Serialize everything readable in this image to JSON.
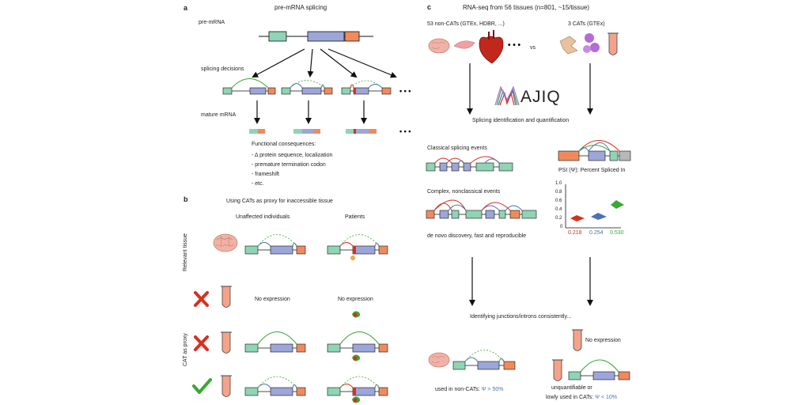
{
  "panel_a": {
    "label": "a",
    "title": "pre-mRNA splicing",
    "pre_mrna": "pre-mRNA",
    "splicing_decisions": "splicing decisions",
    "mature_mrna": "mature mRNA",
    "ellipsis": "• • •",
    "consequences_title": "Functional consequences:",
    "consequences": [
      "- Δ protein sequence, localization",
      "- premature termination codon",
      "- frameshift",
      "- etc."
    ]
  },
  "panel_b": {
    "label": "b",
    "title": "Using CATs as proxy for inaccessible tissue",
    "col_unaffected": "Unaffected individuals",
    "col_patients": "Patients",
    "row_relevant": "Relevant tissue",
    "row_cat": "CAT as proxy",
    "no_expr_left": "No expression",
    "no_expr_right": "No expression"
  },
  "panel_c": {
    "label": "c",
    "title": "RNA-seq from 56 tissues (n=801, ~15/tissue)",
    "noncats": "53 non-CATs (GTEx, HDBR, ...)",
    "vs": "vs",
    "cats": "3 CATs (GTEx)",
    "majiq": "AJIQ",
    "step1": "Splicing identification and quantification",
    "classical": "Classical splicing events",
    "complex": "Complex, nonclassical events",
    "denovo": "de novo discovery, fast and reproducible",
    "psi": "PSI (Ψ): Percent Spliced In",
    "step2": "Identifying junctions/introns consistently...",
    "no_expr": "No expression",
    "used_prefix": "used in non-CATs: ",
    "used_value": "Ψ > 50%",
    "unquant1": "unquantifiable or",
    "unquant2_prefix": "lowly used in CATs: ",
    "unquant2_value": "Ψ < 10%",
    "psi_axis_ticks": [
      "1.0",
      "0.8",
      "0.6",
      "0.4",
      "0.2",
      "0"
    ],
    "psi_values": [
      "0.218",
      "0.254",
      "0.530"
    ]
  },
  "colors": {
    "green_exon": "#8fd4b4",
    "blue_exon": "#9ca6d8",
    "orange_exon": "#f08a5d",
    "grey_exon": "#b8b8b8",
    "red": "#d7301f",
    "blue": "#4a72b0",
    "green": "#3aa832",
    "brain": "#f0b2a6",
    "tube": "#f4a38a"
  }
}
